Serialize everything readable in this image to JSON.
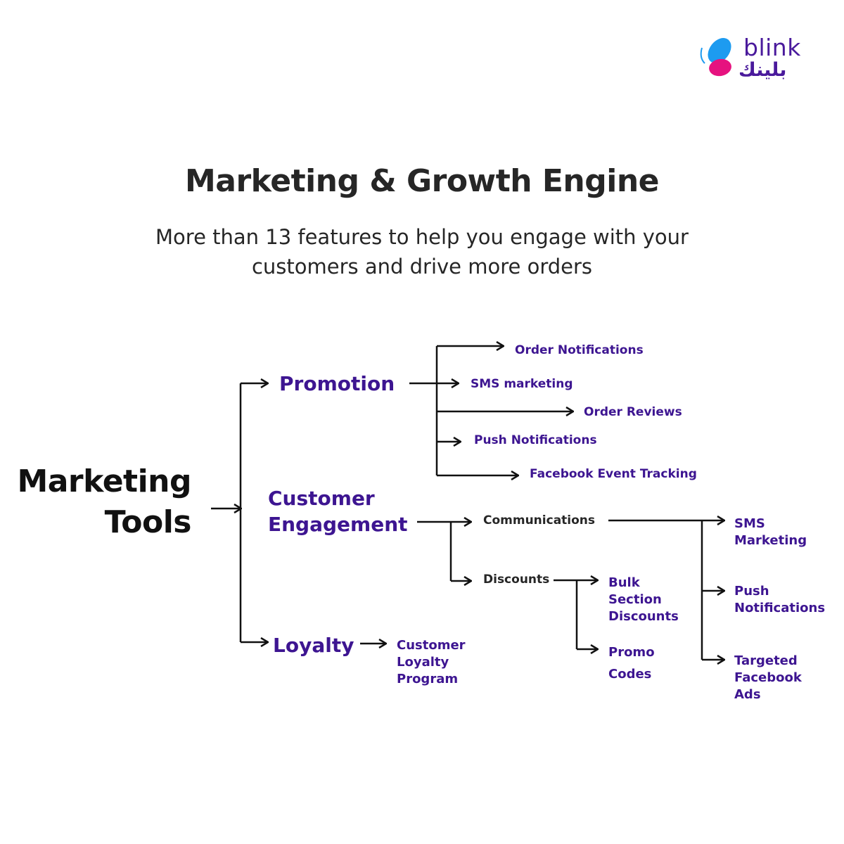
{
  "brand": {
    "name_en": "blink",
    "name_ar": "بلينك",
    "logo_icon": "butterfly-logo-icon",
    "colors": {
      "blue": "#1d9bf0",
      "pink": "#e6127f",
      "purple": "#4a1a9c"
    }
  },
  "title": "Marketing & Growth Engine",
  "subtitle_line1": "More than 13 features to help you engage with your",
  "subtitle_line2": "customers and drive more orders",
  "diagram": {
    "root_line1": "Marketing",
    "root_line2": "Tools",
    "promotion": {
      "label": "Promotion",
      "children": [
        "Order Notifications",
        "SMS marketing",
        "Order Reviews",
        "Push Notifications",
        "Facebook Event Tracking"
      ]
    },
    "customer_engagement": {
      "label_line1": "Customer",
      "label_line2": "Engagement",
      "communications": {
        "label": "Communications",
        "children": [
          {
            "line1": "SMS",
            "line2": "Marketing"
          },
          {
            "line1": "Push",
            "line2": "Notifications"
          },
          {
            "line1": "Targeted",
            "line2": "Facebook",
            "line3": "Ads"
          }
        ]
      },
      "discounts": {
        "label": "Discounts",
        "children": [
          {
            "line1": "Bulk",
            "line2": "Section",
            "line3": "Discounts"
          },
          {
            "line1": "Promo",
            "line2": "Codes"
          }
        ]
      }
    },
    "loyalty": {
      "label": "Loyalty",
      "child": {
        "line1": "Customer",
        "line2": "Loyalty",
        "line3": "Program"
      }
    }
  },
  "colors": {
    "heading": "#262626",
    "accent": "#3d1591",
    "connector": "#111111"
  }
}
